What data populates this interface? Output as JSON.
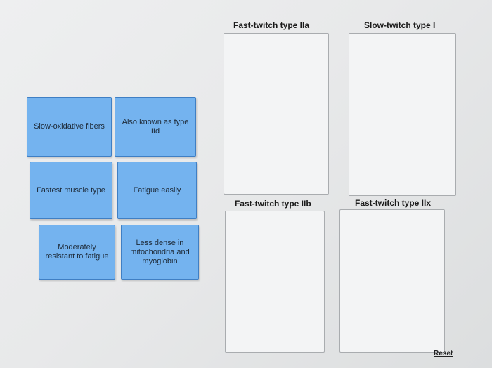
{
  "cards": [
    {
      "text": "Slow-oxidative fibers"
    },
    {
      "text": "Also known as type IId"
    },
    {
      "text": "Fastest muscle type"
    },
    {
      "text": "Fatigue easily"
    },
    {
      "text": "Moderately resistant to fatigue"
    },
    {
      "text": "Less dense in mitochondria and myoglobin"
    }
  ],
  "zones": [
    {
      "title": "Fast-twitch type IIa"
    },
    {
      "title": "Slow-twitch type I"
    },
    {
      "title": "Fast-twitch type IIb"
    },
    {
      "title": "Fast-twitch type IIx"
    }
  ],
  "reset_label": "Reset",
  "colors": {
    "card_fill": "#74b3ef",
    "card_border": "#3f7fc4"
  }
}
